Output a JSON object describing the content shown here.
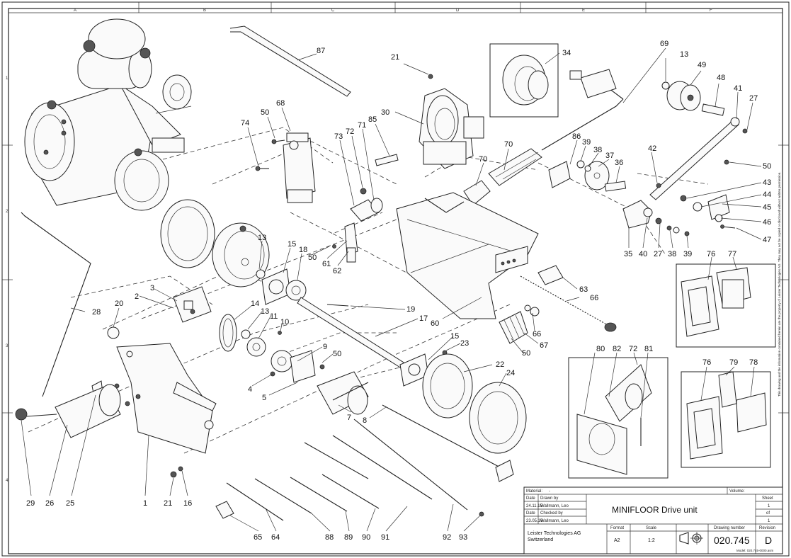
{
  "zones": {
    "cols": [
      "A",
      "B",
      "C",
      "D",
      "E",
      "F"
    ],
    "rows": [
      "1",
      "2",
      "3",
      "4"
    ]
  },
  "callouts": [
    {
      "id": "c87",
      "label": "87"
    },
    {
      "id": "c21a",
      "label": "21"
    },
    {
      "id": "c34",
      "label": "34"
    },
    {
      "id": "c69",
      "label": "69"
    },
    {
      "id": "c13a",
      "label": "13"
    },
    {
      "id": "c49",
      "label": "49"
    },
    {
      "id": "c48",
      "label": "48"
    },
    {
      "id": "c41",
      "label": "41"
    },
    {
      "id": "c27a",
      "label": "27"
    },
    {
      "id": "c30",
      "label": "30"
    },
    {
      "id": "c68",
      "label": "68"
    },
    {
      "id": "c50a",
      "label": "50"
    },
    {
      "id": "c74",
      "label": "74"
    },
    {
      "id": "c73",
      "label": "73"
    },
    {
      "id": "c72a",
      "label": "72"
    },
    {
      "id": "c71",
      "label": "71"
    },
    {
      "id": "c85",
      "label": "85"
    },
    {
      "id": "c70a",
      "label": "70"
    },
    {
      "id": "c70b",
      "label": "70"
    },
    {
      "id": "c86",
      "label": "86"
    },
    {
      "id": "c39a",
      "label": "39"
    },
    {
      "id": "c38a",
      "label": "38"
    },
    {
      "id": "c37",
      "label": "37"
    },
    {
      "id": "c36",
      "label": "36"
    },
    {
      "id": "c42",
      "label": "42"
    },
    {
      "id": "c50b",
      "label": "50"
    },
    {
      "id": "c43",
      "label": "43"
    },
    {
      "id": "c44",
      "label": "44"
    },
    {
      "id": "c45",
      "label": "45"
    },
    {
      "id": "c46",
      "label": "46"
    },
    {
      "id": "c47",
      "label": "47"
    },
    {
      "id": "c35",
      "label": "35"
    },
    {
      "id": "c40",
      "label": "40"
    },
    {
      "id": "c27b",
      "label": "27"
    },
    {
      "id": "c38b",
      "label": "38"
    },
    {
      "id": "c39b",
      "label": "39"
    },
    {
      "id": "c76a",
      "label": "76"
    },
    {
      "id": "c77",
      "label": "77"
    },
    {
      "id": "c13b",
      "label": "13"
    },
    {
      "id": "c15a",
      "label": "15"
    },
    {
      "id": "c18",
      "label": "18"
    },
    {
      "id": "c50c",
      "label": "50"
    },
    {
      "id": "c61",
      "label": "61"
    },
    {
      "id": "c62",
      "label": "62"
    },
    {
      "id": "c63",
      "label": "63"
    },
    {
      "id": "c66a",
      "label": "66"
    },
    {
      "id": "c3",
      "label": "3"
    },
    {
      "id": "c2",
      "label": "2"
    },
    {
      "id": "c28",
      "label": "28"
    },
    {
      "id": "c20",
      "label": "20"
    },
    {
      "id": "c14",
      "label": "14"
    },
    {
      "id": "c13c",
      "label": "13"
    },
    {
      "id": "c11",
      "label": "11"
    },
    {
      "id": "c10",
      "label": "10"
    },
    {
      "id": "c19",
      "label": "19"
    },
    {
      "id": "c17",
      "label": "17"
    },
    {
      "id": "c60",
      "label": "60"
    },
    {
      "id": "c66b",
      "label": "66"
    },
    {
      "id": "c67",
      "label": "67"
    },
    {
      "id": "c9",
      "label": "9"
    },
    {
      "id": "c50d",
      "label": "50"
    },
    {
      "id": "c15b",
      "label": "15"
    },
    {
      "id": "c23",
      "label": "23"
    },
    {
      "id": "c50e",
      "label": "50"
    },
    {
      "id": "c80",
      "label": "80"
    },
    {
      "id": "c82",
      "label": "82"
    },
    {
      "id": "c72b",
      "label": "72"
    },
    {
      "id": "c81",
      "label": "81"
    },
    {
      "id": "c22",
      "label": "22"
    },
    {
      "id": "c24",
      "label": "24"
    },
    {
      "id": "c4",
      "label": "4"
    },
    {
      "id": "c5",
      "label": "5"
    },
    {
      "id": "c7",
      "label": "7"
    },
    {
      "id": "c8",
      "label": "8"
    },
    {
      "id": "c76b",
      "label": "76"
    },
    {
      "id": "c79",
      "label": "79"
    },
    {
      "id": "c78",
      "label": "78"
    },
    {
      "id": "c29",
      "label": "29"
    },
    {
      "id": "c26",
      "label": "26"
    },
    {
      "id": "c25",
      "label": "25"
    },
    {
      "id": "c1",
      "label": "1"
    },
    {
      "id": "c21b",
      "label": "21"
    },
    {
      "id": "c16",
      "label": "16"
    },
    {
      "id": "c65",
      "label": "65"
    },
    {
      "id": "c64",
      "label": "64"
    },
    {
      "id": "c88",
      "label": "88"
    },
    {
      "id": "c89",
      "label": "89"
    },
    {
      "id": "c90",
      "label": "90"
    },
    {
      "id": "c91",
      "label": "91"
    },
    {
      "id": "c92",
      "label": "92"
    },
    {
      "id": "c93",
      "label": "93"
    }
  ],
  "title_block": {
    "material_label": "Material:",
    "material_value": "-",
    "volume_label": "Volume:",
    "date_label": "Date",
    "drawn_by_label": "Drawn by",
    "drawn_date": "24.11.15",
    "drawn_by": "Wallmann, Leo",
    "checked_date_label": "Date",
    "checked_by_label": "Checked by",
    "checked_date": "23.05.16",
    "checked_by": "Wallmann, Leo",
    "title": "MINIFLOOR Drive unit",
    "sheet_label": "Sheet",
    "sheet_no": "1",
    "of_label": "of",
    "sheet_total": "1",
    "company_line1": "Leister Technologies AG",
    "company_line2": "Switzerland",
    "format_label": "Format",
    "format_value": "A2",
    "scale_label": "Scale",
    "scale_value": "1:2",
    "drawing_number_label": "Drawing number",
    "drawing_number": "020.745",
    "revision_label": "Revision",
    "revision": "D",
    "model_note": "Model: 020.745-0000.asm"
  },
  "side_note": "This drawing and the information contained herein are the property of Leister Technologies AG. They may not be copied or disclosed without written permission."
}
